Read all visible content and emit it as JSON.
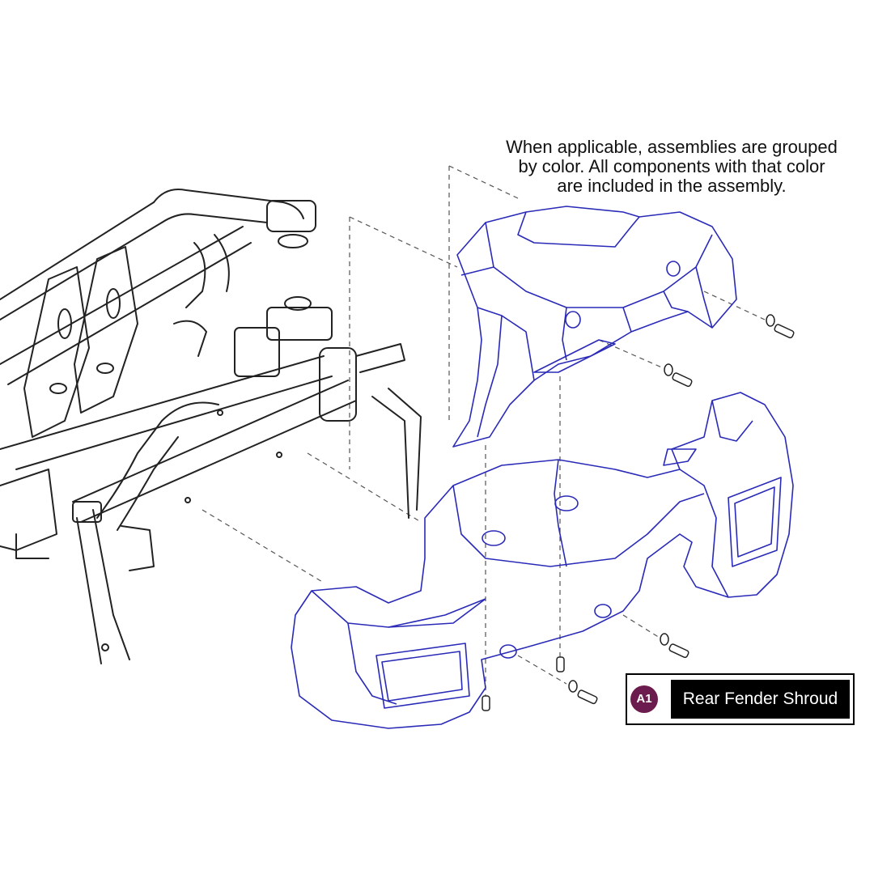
{
  "note": {
    "lines": [
      "When applicable, assemblies are grouped",
      "by color. All components with that color",
      "are included in the assembly."
    ]
  },
  "legend": {
    "code": "A1",
    "label": "Rear Fender Shroud",
    "badge_color": "#6b1b4d"
  },
  "colors": {
    "frame_line": "#222222",
    "shroud_line": "#2a2ab8",
    "leader_line": "#555555"
  }
}
